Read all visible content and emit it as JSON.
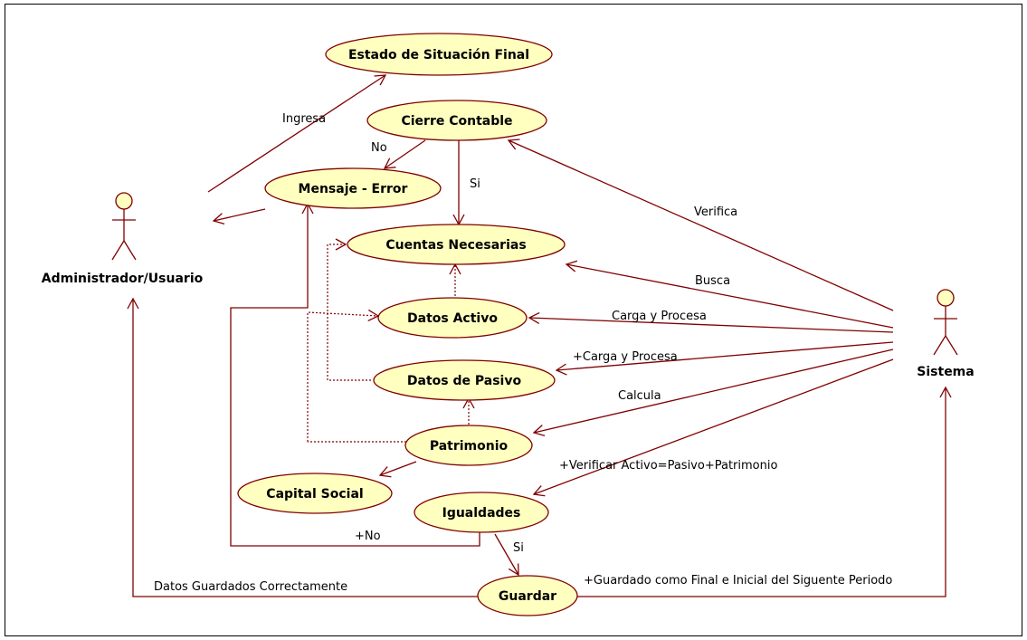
{
  "actors": {
    "admin": "Administrador/Usuario",
    "system": "Sistema"
  },
  "use_cases": {
    "estado": "Estado de Situación Final",
    "cierre": "Cierre Contable",
    "mensaje": "Mensaje - Error",
    "cuentas": "Cuentas Necesarias",
    "activo": "Datos Activo",
    "pasivo": "Datos de Pasivo",
    "patrimonio": "Patrimonio",
    "capital": "Capital Social",
    "igualdades": "Igualdades",
    "guardar": "Guardar"
  },
  "labels": {
    "ingresa": "Ingresa",
    "no": "No",
    "si_cierre": "Si",
    "verifica": "Verifica",
    "busca": "Busca",
    "carga_activo": "Carga y Procesa",
    "carga_pasivo": "+Carga y Procesa",
    "calcula": "Calcula",
    "verificar": "+Verificar Activo=Pasivo+Patrimonio",
    "plus_no": "+No",
    "si_igual": "Si",
    "datos_guardados": "Datos Guardados Correctamente",
    "guardado_final": "+Guardado como Final e Inicial del Siguente Periodo"
  },
  "colors": {
    "use_case_fill": "#ffffc0",
    "line": "#800000",
    "frame": "#000000"
  }
}
